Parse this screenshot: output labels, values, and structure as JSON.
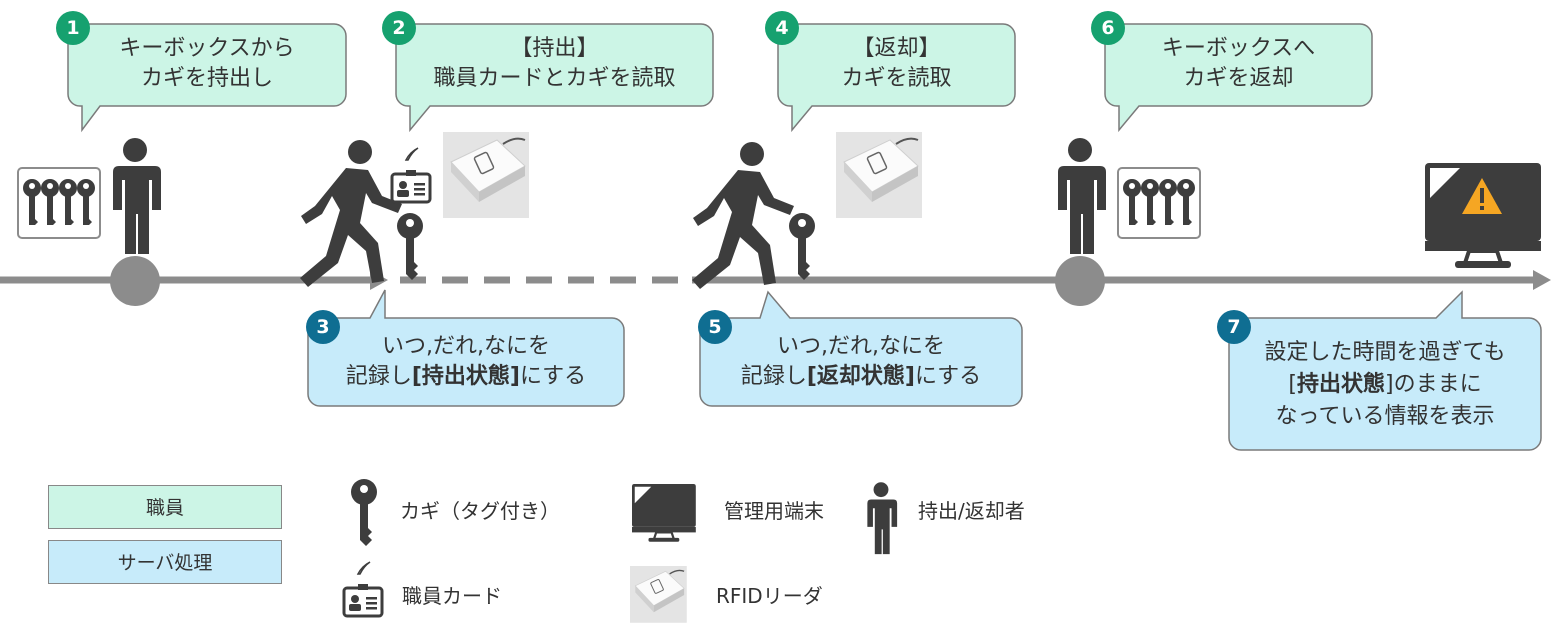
{
  "colors": {
    "staff_fill": "#ccf5e6",
    "server_fill": "#c7ebfa",
    "staff_badge": "#16a16f",
    "server_badge": "#0f6e92",
    "timeline": "#8c8c8c",
    "icon": "#3d3d3d",
    "warning": "#f5a623"
  },
  "steps": [
    {
      "num": "1",
      "lines": [
        "キーボックスから",
        "カギを持出し"
      ]
    },
    {
      "num": "2",
      "lines": [
        "【持出】",
        "職員カードとカギを読取"
      ]
    },
    {
      "num": "3",
      "line1": "いつ,だれ,なにを",
      "line2_pre": "記録し",
      "line2_bold": "[持出状態]",
      "line2_post": "にする"
    },
    {
      "num": "4",
      "lines": [
        "【返却】",
        "カギを読取"
      ]
    },
    {
      "num": "5",
      "line1": "いつ,だれ,なにを",
      "line2_pre": "記録し",
      "line2_bold": "[返却状態]",
      "line2_post": "にする"
    },
    {
      "num": "6",
      "lines": [
        "キーボックスへ",
        "カギを返却"
      ]
    },
    {
      "num": "7",
      "line1": "設定した時間を過ぎても",
      "line2_bold": "持出状態",
      "line2_post": "のままに",
      "line3": "なっている情報を表示"
    }
  ],
  "legend": {
    "staff": "職員",
    "server": "サーバ処理",
    "key": "カギ（タグ付き）",
    "terminal": "管理用端末",
    "person": "持出/返却者",
    "card": "職員カード",
    "reader": "RFIDリーダ"
  },
  "icons": [
    "keybox-icon",
    "person-icon",
    "walking-person-icon",
    "staff-card-icon",
    "key-icon",
    "rfid-reader-icon",
    "monitor-warning-icon"
  ]
}
